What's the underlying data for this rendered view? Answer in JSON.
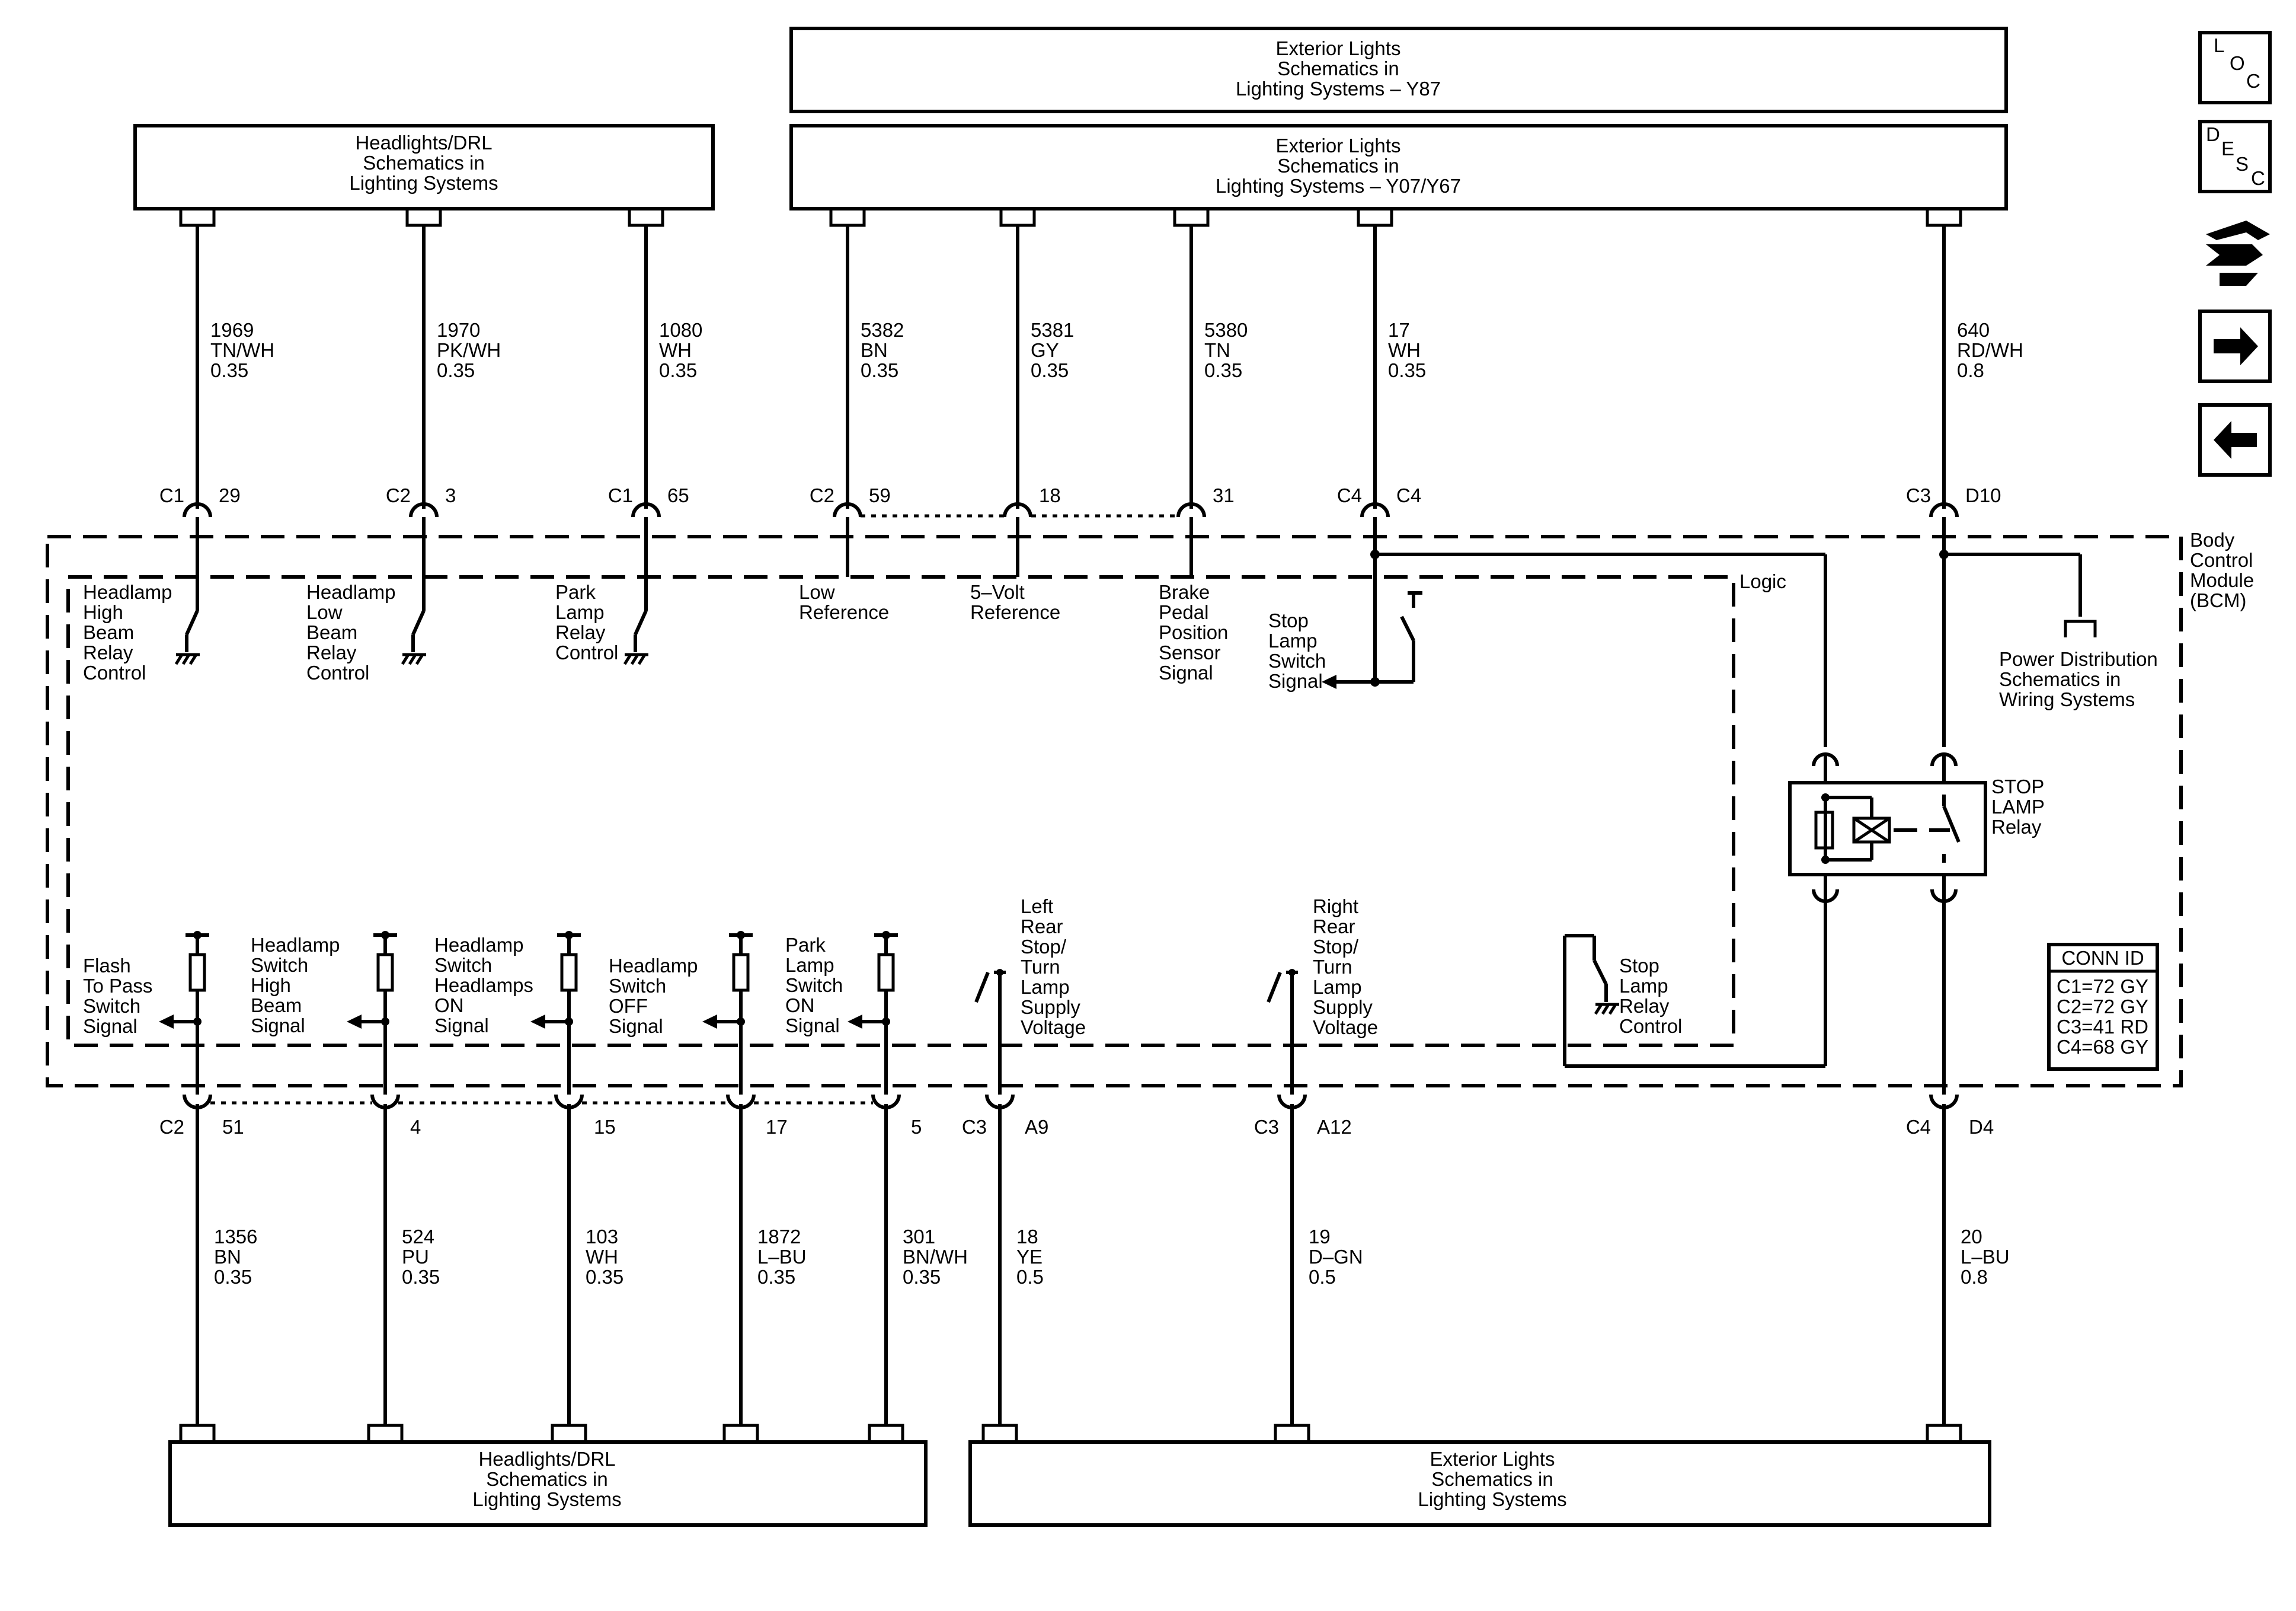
{
  "top_boxes": {
    "headlights_drl": [
      "Headlights/DRL",
      "Schematics in",
      "Lighting Systems"
    ],
    "ext_y87": [
      "Exterior Lights",
      "Schematics in",
      "Lighting Systems – Y87"
    ],
    "ext_y07": [
      "Exterior Lights",
      "Schematics in",
      "Lighting Systems – Y07/Y67"
    ]
  },
  "bottom_boxes": {
    "headlights_drl": [
      "Headlights/DRL",
      "Schematics in",
      "Lighting Systems"
    ],
    "exterior": [
      "Exterior Lights",
      "Schematics in",
      "Lighting Systems"
    ]
  },
  "top_wires": [
    {
      "circuit": "1969",
      "color": "TN/WH",
      "gauge": "0.35",
      "conn": "C1",
      "pin": "29"
    },
    {
      "circuit": "1970",
      "color": "PK/WH",
      "gauge": "0.35",
      "conn": "C2",
      "pin": "3"
    },
    {
      "circuit": "1080",
      "color": "WH",
      "gauge": "0.35",
      "conn": "C1",
      "pin": "65"
    },
    {
      "circuit": "5382",
      "color": "BN",
      "gauge": "0.35",
      "conn": "C2",
      "pin": "59"
    },
    {
      "circuit": "5381",
      "color": "GY",
      "gauge": "0.35",
      "conn": "",
      "pin": "18"
    },
    {
      "circuit": "5380",
      "color": "TN",
      "gauge": "0.35",
      "conn": "",
      "pin": "31"
    },
    {
      "circuit": "17",
      "color": "WH",
      "gauge": "0.35",
      "conn": "C4",
      "pin": "C4"
    },
    {
      "circuit": "640",
      "color": "RD/WH",
      "gauge": "0.8",
      "conn": "C3",
      "pin": "D10"
    }
  ],
  "bottom_wires": [
    {
      "circuit": "1356",
      "color": "BN",
      "gauge": "0.35",
      "conn": "C2",
      "pin": "51"
    },
    {
      "circuit": "524",
      "color": "PU",
      "gauge": "0.35",
      "conn": "",
      "pin": "4"
    },
    {
      "circuit": "103",
      "color": "WH",
      "gauge": "0.35",
      "conn": "",
      "pin": "15"
    },
    {
      "circuit": "1872",
      "color": "L–BU",
      "gauge": "0.35",
      "conn": "",
      "pin": "17"
    },
    {
      "circuit": "301",
      "color": "BN/WH",
      "gauge": "0.35",
      "conn": "",
      "pin": "5"
    },
    {
      "circuit": "18",
      "color": "YE",
      "gauge": "0.5",
      "conn": "C3",
      "pin": "A9"
    },
    {
      "circuit": "19",
      "color": "D–GN",
      "gauge": "0.5",
      "conn": "C3",
      "pin": "A12"
    },
    {
      "circuit": "20",
      "color": "L–BU",
      "gauge": "0.8",
      "conn": "C4",
      "pin": "D4"
    }
  ],
  "top_signals": [
    [
      "Headlamp",
      "High",
      "Beam",
      "Relay",
      "Control"
    ],
    [
      "Headlamp",
      "Low",
      "Beam",
      "Relay",
      "Control"
    ],
    [
      "Park",
      "Lamp",
      "Relay",
      "Control"
    ],
    [
      "Low",
      "Reference"
    ],
    [
      "5–Volt",
      "Reference"
    ],
    [
      "Brake",
      "Pedal",
      "Position",
      "Sensor",
      "Signal"
    ],
    [
      "Stop",
      "Lamp",
      "Switch",
      "Signal"
    ]
  ],
  "bottom_signals": [
    [
      "Flash",
      "To Pass",
      "Switch",
      "Signal"
    ],
    [
      "Headlamp",
      "Switch",
      "High",
      "Beam",
      "Signal"
    ],
    [
      "Headlamp",
      "Switch",
      "Headlamps",
      "ON",
      "Signal"
    ],
    [
      "Headlamp",
      "Switch",
      "OFF",
      "Signal"
    ],
    [
      "Park",
      "Lamp",
      "Switch",
      "ON",
      "Signal"
    ],
    [
      "Left",
      "Rear",
      "Stop/",
      "Turn",
      "Lamp",
      "Supply",
      "Voltage"
    ],
    [
      "Right",
      "Rear",
      "Stop/",
      "Turn",
      "Lamp",
      "Supply",
      "Voltage"
    ],
    [
      "Stop",
      "Lamp",
      "Relay",
      "Control"
    ]
  ],
  "module": {
    "name": [
      "Body",
      "Control",
      "Module",
      "(BCM)"
    ],
    "logic_label": "Logic",
    "relay_label": [
      "STOP",
      "LAMP",
      "Relay"
    ],
    "power_dist": [
      "Power Distribution",
      "Schematics in",
      "Wiring Systems"
    ]
  },
  "conn_id": {
    "title": "CONN ID",
    "rows": [
      "C1=72 GY",
      "C2=72 GY",
      "C3=41 RD",
      "C4=68 GY"
    ]
  },
  "nav": {
    "loc": [
      "L",
      "O",
      "C"
    ],
    "desc": [
      "D",
      "E",
      "S",
      "C"
    ],
    "icons": [
      "connector-route-icon",
      "arrow-right-icon",
      "arrow-left-icon"
    ]
  }
}
